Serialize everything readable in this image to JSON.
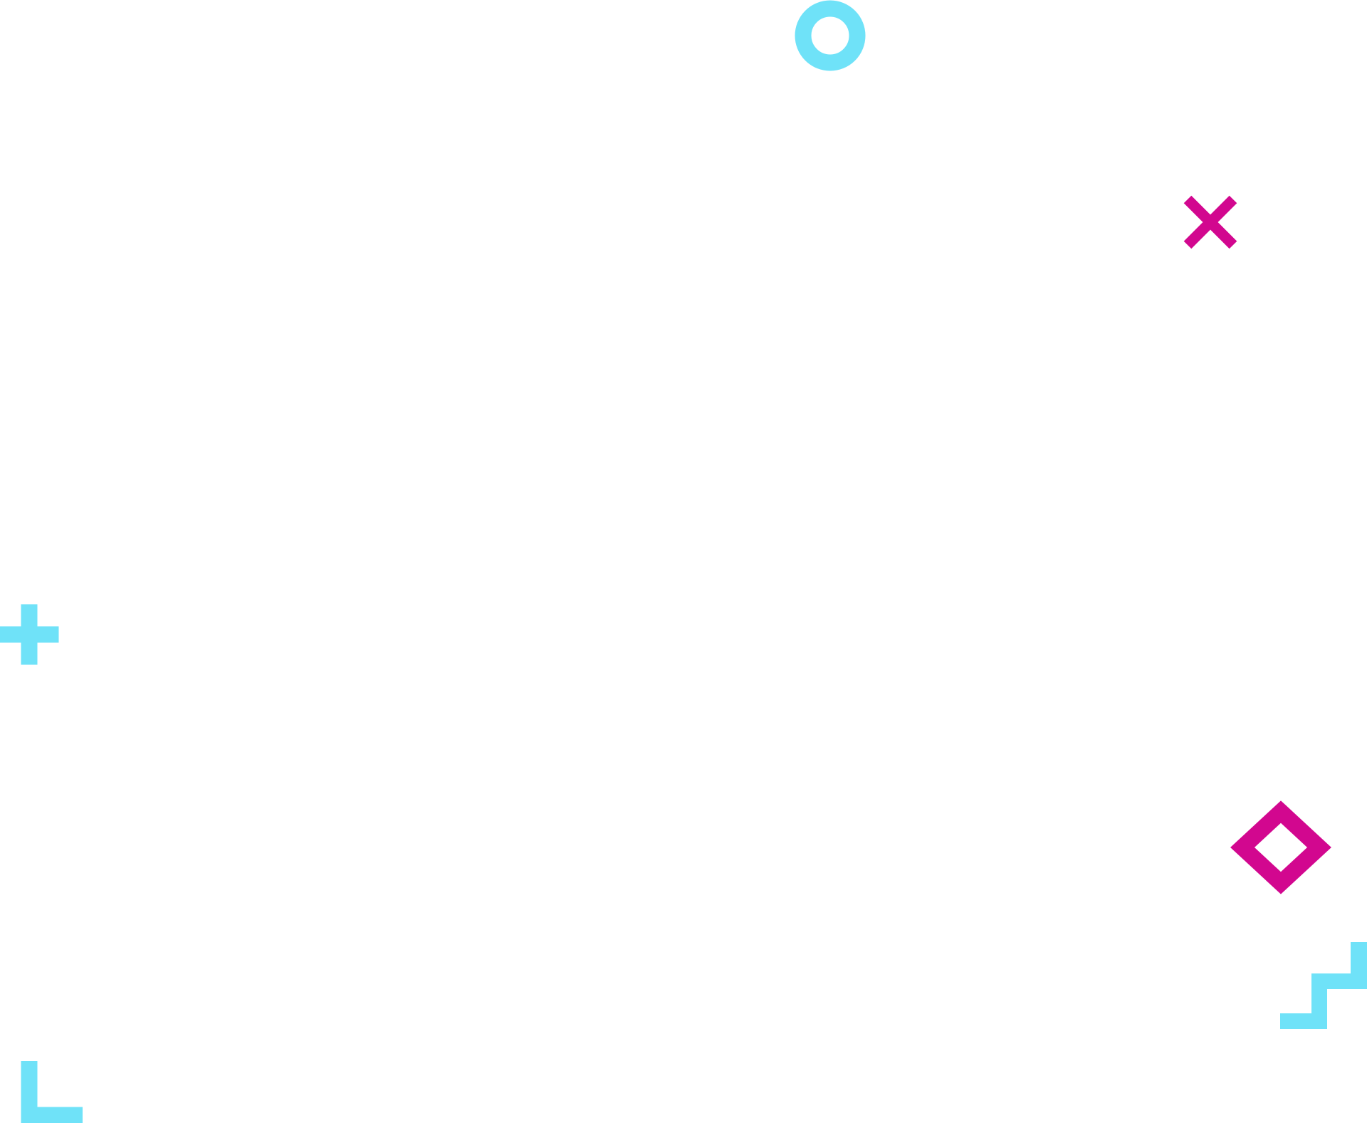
{
  "palette": {
    "background": "#ffffff",
    "cyan": "#6fe2f8",
    "magenta": "#d2078f"
  },
  "shapes": [
    {
      "icon": "ring-icon",
      "color": "cyan"
    },
    {
      "icon": "cross-x-icon",
      "color": "magenta"
    },
    {
      "icon": "plus-icon",
      "color": "cyan"
    },
    {
      "icon": "diamond-outline-icon",
      "color": "magenta"
    },
    {
      "icon": "zigzag-step-icon",
      "color": "cyan"
    },
    {
      "icon": "corner-bracket-icon",
      "color": "cyan"
    }
  ]
}
